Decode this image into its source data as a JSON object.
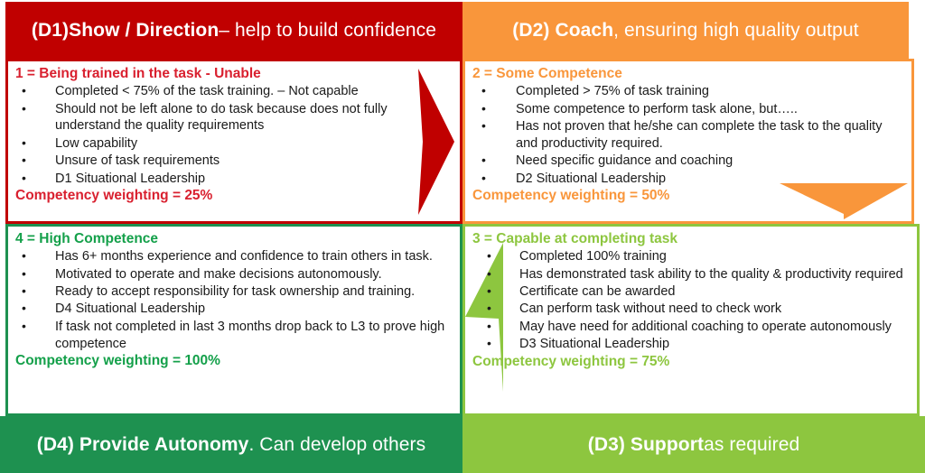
{
  "colors": {
    "red": "#c00000",
    "red_text": "#d9202f",
    "orange": "#f9963b",
    "dark_green": "#1e9150",
    "dark_green_text": "#14a04a",
    "light_green": "#8dc63f",
    "body_text": "#1a1a1a",
    "white": "#ffffff"
  },
  "quadrants": {
    "d1": {
      "band_bold": "(D1)Show / Direction",
      "band_rest": " – help to build confidence",
      "heading": "1 = Being trained in the task - Unable",
      "bullets": [
        "Completed < 75% of the task training. – Not capable",
        "Should not be left alone to do task because does not fully understand the quality requirements",
        "Low capability",
        "Unsure of task requirements",
        "D1 Situational Leadership"
      ],
      "weighting": "Competency weighting = 25%",
      "arrow": "arrow-right-icon"
    },
    "d2": {
      "band_bold": "(D2) Coach",
      "band_rest": ", ensuring high quality output",
      "heading": "2 = Some Competence",
      "bullets": [
        "Completed > 75% of task training",
        "Some competence to perform task alone, but…..",
        "Has not proven that he/she can complete the task to  the quality and productivity required.",
        "Need specific guidance and coaching",
        "D2 Situational Leadership"
      ],
      "weighting": "Competency weighting = 50%",
      "arrow": "arrow-down-icon"
    },
    "d3": {
      "band_bold": "(D3) Support",
      "band_rest": " as required",
      "heading": "3 = Capable at completing task",
      "bullets": [
        "Completed 100% training",
        "Has demonstrated task ability to the quality & productivity required",
        "Certificate can be awarded",
        "Can perform task without need to check work",
        "May have need for additional coaching to operate autonomously",
        "D3 Situational Leadership"
      ],
      "weighting": "Competency weighting = 75%",
      "arrow": "arrow-left-icon"
    },
    "d4": {
      "band_bold": "(D4) Provide Autonomy",
      "band_rest": ". Can develop others",
      "heading": "4 = High Competence",
      "bullets": [
        "Has 6+ months experience and confidence to train others in task.",
        "Motivated to operate and make decisions autonomously.",
        "Ready to accept responsibility for task ownership and training.",
        "D4 Situational Leadership",
        "If task not completed in last 3 months drop back to L3 to prove high competence"
      ],
      "weighting": "Competency weighting = 100%",
      "arrow": "none"
    }
  }
}
